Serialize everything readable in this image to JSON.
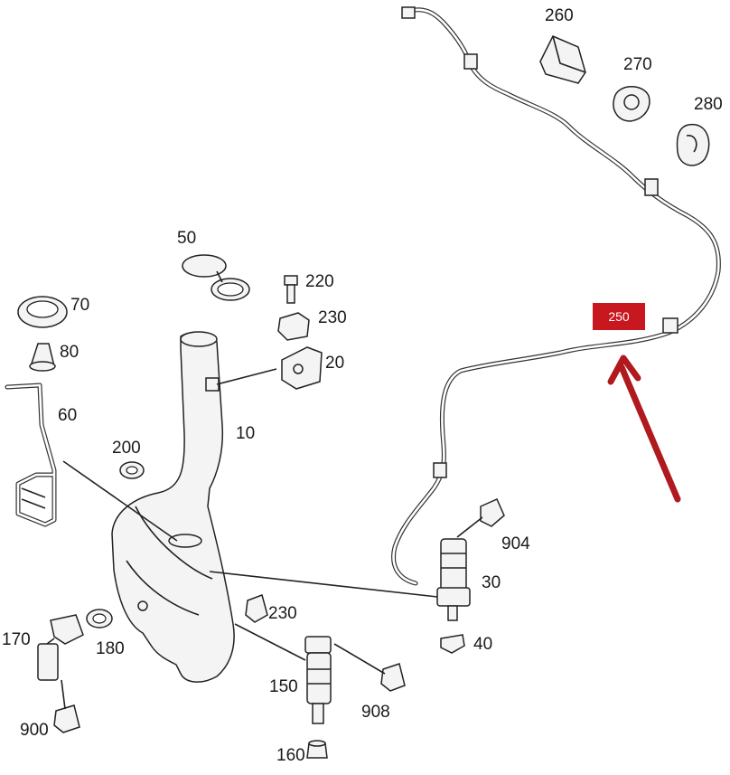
{
  "callouts": {
    "p10": "10",
    "p20": "20",
    "p30": "30",
    "p40": "40",
    "p50": "50",
    "p60": "60",
    "p70": "70",
    "p80": "80",
    "p150": "150",
    "p160": "160",
    "p170": "170",
    "p180": "180",
    "p200": "200",
    "p220": "220",
    "p230a": "230",
    "p230b": "230",
    "p260": "260",
    "p270": "270",
    "p280": "280",
    "p900": "900",
    "p904": "904",
    "p908": "908"
  },
  "highlight": {
    "label": "250",
    "color": "#c8171e"
  },
  "pointer_color": "#b0191e"
}
